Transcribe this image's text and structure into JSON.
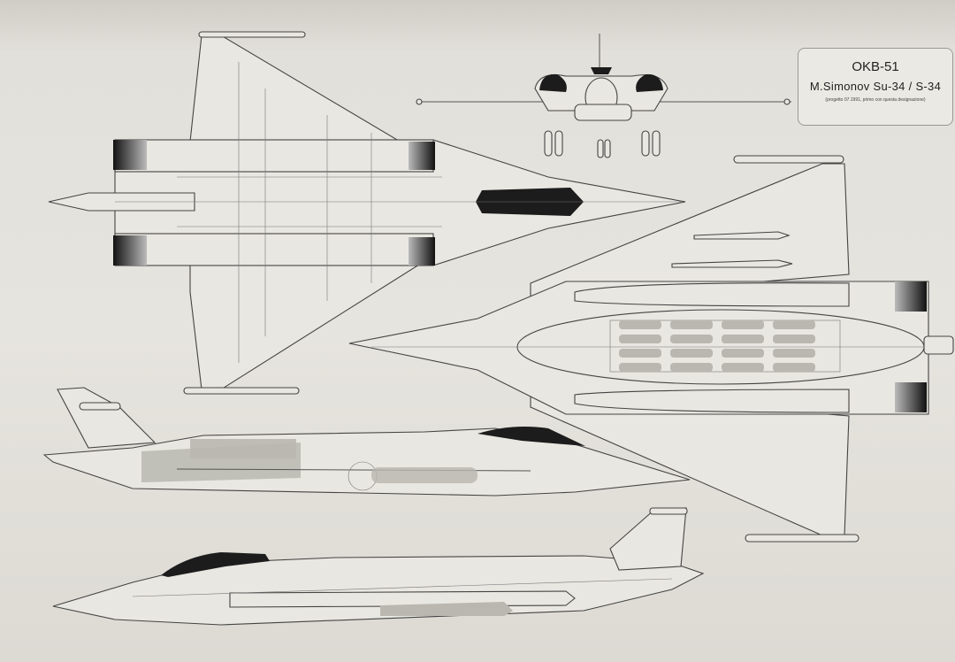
{
  "title_block": {
    "bureau": "OKB-51",
    "designation": "M.Simonov  Su-34 / S-34",
    "note": "(progetto 07.1991, primo con questa designazione)"
  }
}
